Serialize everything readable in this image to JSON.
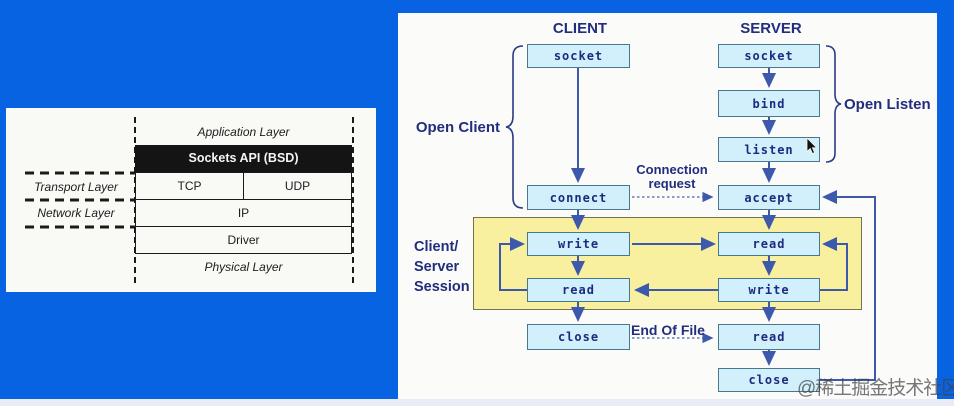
{
  "left_panel": {
    "application_layer": "Application Layer",
    "sockets_api": "Sockets API (BSD)",
    "transport_layer": "Transport Layer",
    "tcp": "TCP",
    "udp": "UDP",
    "network_layer": "Network Layer",
    "ip": "IP",
    "driver": "Driver",
    "physical_layer": "Physical Layer"
  },
  "right_panel": {
    "client_header": "CLIENT",
    "server_header": "SERVER",
    "labels": {
      "open_client": "Open Client",
      "open_listen": "Open Listen",
      "connection_request_line1": "Connection",
      "connection_request_line2": "request",
      "session_line1": "Client/",
      "session_line2": "Server",
      "session_line3": "Session",
      "end_of_file": "End Of File"
    },
    "client_boxes": [
      {
        "label": "socket"
      },
      {
        "label": "connect"
      },
      {
        "label": "write"
      },
      {
        "label": "read"
      },
      {
        "label": "close"
      }
    ],
    "server_boxes": [
      {
        "label": "socket"
      },
      {
        "label": "bind"
      },
      {
        "label": "listen"
      },
      {
        "label": "accept"
      },
      {
        "label": "read"
      },
      {
        "label": "write"
      },
      {
        "label": "read"
      },
      {
        "label": "close"
      }
    ]
  },
  "watermark": "@稀土掘金技术社区",
  "colors": {
    "background_blue": "#0863e3",
    "box_fill": "#d2f0fb",
    "box_border": "#48788c",
    "navy_text": "#222d7d",
    "arrow": "#3c59ab",
    "session_yellow": "#f8f09f",
    "sockets_bar_black": "#141414"
  }
}
